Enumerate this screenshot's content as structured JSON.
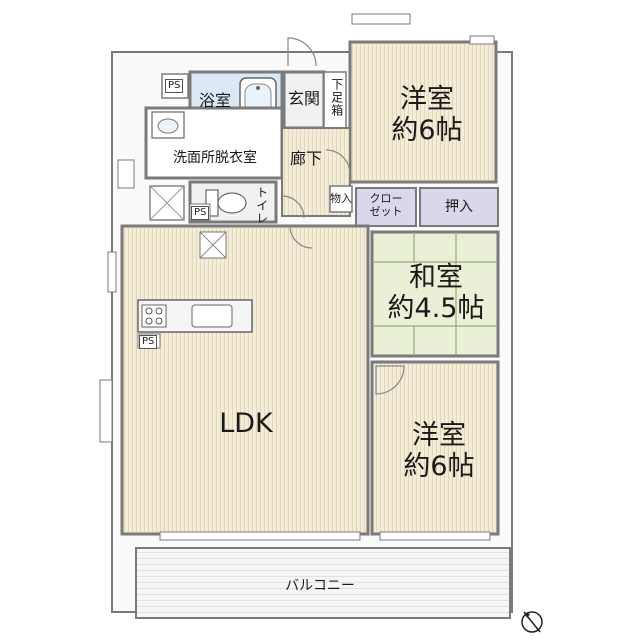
{
  "rooms": {
    "western_north": {
      "name": "洋室",
      "size": "約6帖"
    },
    "western_south": {
      "name": "洋室",
      "size": "約6帖"
    },
    "japanese": {
      "name": "和室",
      "size": "約4.5帖"
    },
    "ldk": {
      "name": "LDK"
    },
    "bath": {
      "name": "浴室"
    },
    "entrance": {
      "name": "玄関"
    },
    "shoe_box": {
      "name": "下足箱"
    },
    "washroom": {
      "name": "洗面所脱衣室"
    },
    "hallway": {
      "name": "廊下"
    },
    "toilet": {
      "name": "トイレ"
    },
    "storage": {
      "name": "物入"
    },
    "closet": {
      "name": "クローゼット",
      "line1": "クロー",
      "line2": "ゼット"
    },
    "oshiire": {
      "name": "押入"
    },
    "balcony": {
      "name": "バルコニー"
    }
  },
  "ps_labels": [
    "PS",
    "PS",
    "PS"
  ],
  "colors": {
    "wall": "#7a7a7a",
    "floor_wood": "#f3ecd9",
    "floor_wood_line": "#e3d7b8",
    "floor_tatami": "#e9f0d6",
    "tatami_line": "#8a9a6a",
    "bath_blue": "#dbe9f6",
    "closet_purple": "#dcd6ea",
    "utility_gray": "#f1f1f1"
  },
  "icons": [
    "compass-icon",
    "bathtub-icon",
    "toilet-icon",
    "sink-icon",
    "stove-icon",
    "washer-icon",
    "vent-icon"
  ]
}
